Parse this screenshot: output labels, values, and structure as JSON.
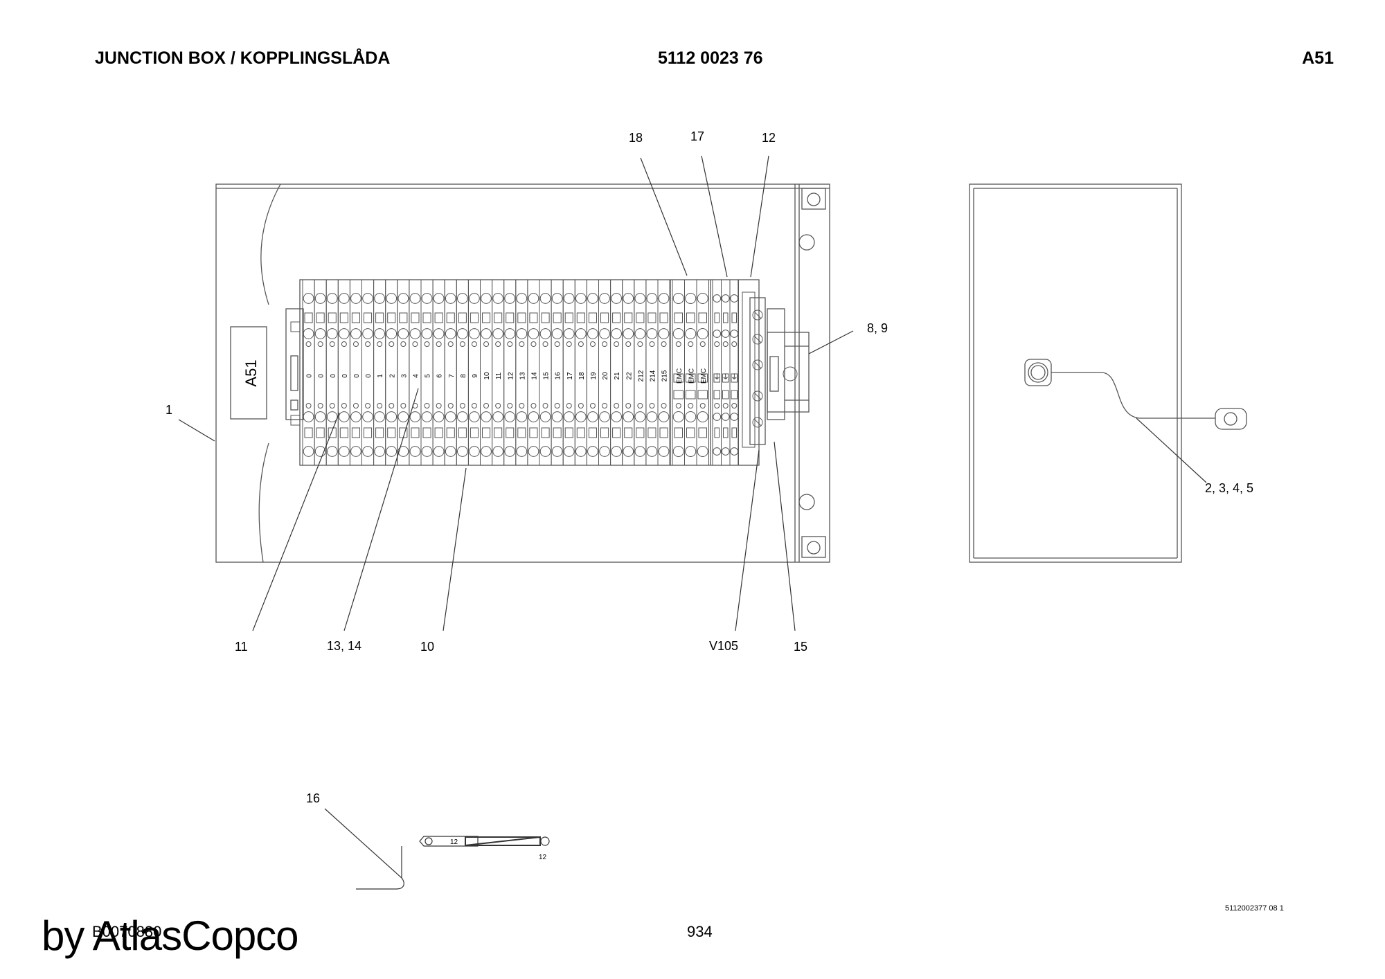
{
  "header": {
    "title": "JUNCTION BOX / KOPPLINGSLÅDA",
    "part_number": "5112 0023 76",
    "code": "A51"
  },
  "box_label": "A51",
  "terminal_numbers": [
    "0",
    "0",
    "0",
    "0",
    "0",
    "0",
    "1",
    "2",
    "3",
    "4",
    "5",
    "6",
    "7",
    "8",
    "9",
    "10",
    "11",
    "12",
    "13",
    "14",
    "15",
    "16",
    "17",
    "18",
    "19",
    "20",
    "21",
    "22",
    "212",
    "214",
    "215"
  ],
  "emc_labels": [
    "EMC",
    "EMC",
    "EMC"
  ],
  "ground_symbol": "⏚",
  "callouts": {
    "c18": "18",
    "c17": "17",
    "c12": "12",
    "c89": "8, 9",
    "c1": "1",
    "c2345": "2, 3, 4, 5",
    "c11": "11",
    "c1314": "13, 14",
    "c10": "10",
    "cv105": "V105",
    "c15": "15",
    "c16": "16"
  },
  "detail_labels": {
    "inner": "12",
    "below": "12"
  },
  "footer": {
    "ref": "5112002377 08 1",
    "drawing_no": "B0070880",
    "page": "934",
    "watermark": "by AtlasCopco"
  }
}
